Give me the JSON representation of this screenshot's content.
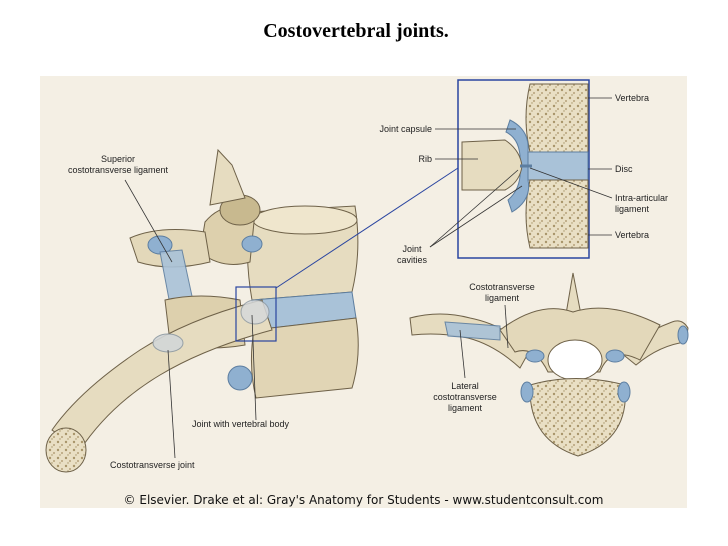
{
  "title": "Costovertebral joints.",
  "labels": {
    "superior_ctl_line1": "Superior",
    "superior_ctl_line2": "costotransverse ligament",
    "joint_capsule": "Joint capsule",
    "rib": "Rib",
    "joint_cavities_line1": "Joint",
    "joint_cavities_line2": "cavities",
    "vertebra_top": "Vertebra",
    "disc": "Disc",
    "intra_articular_line1": "Intra-articular",
    "intra_articular_line2": "ligament",
    "vertebra_bottom": "Vertebra",
    "costotransverse_lig_line1": "Costotransverse",
    "costotransverse_lig_line2": "ligament",
    "lateral_ctl_line1": "Lateral",
    "lateral_ctl_line2": "costotransverse",
    "lateral_ctl_line3": "ligament",
    "joint_vertebral_body": "Joint with vertebral body",
    "costotransverse_joint": "Costotransverse joint"
  },
  "credit": "© Elsevier. Drake et al: Gray's Anatomy for Students - www.studentconsult.com",
  "colors": {
    "bone": "#e6dcc0",
    "bone_shadow": "#c8b98f",
    "ligament": "#a9c2d8",
    "cartilage": "#8fb0d0",
    "outline": "#6e6148",
    "panel_bg": "#f4efe4",
    "inset_border": "#2a45a0"
  }
}
